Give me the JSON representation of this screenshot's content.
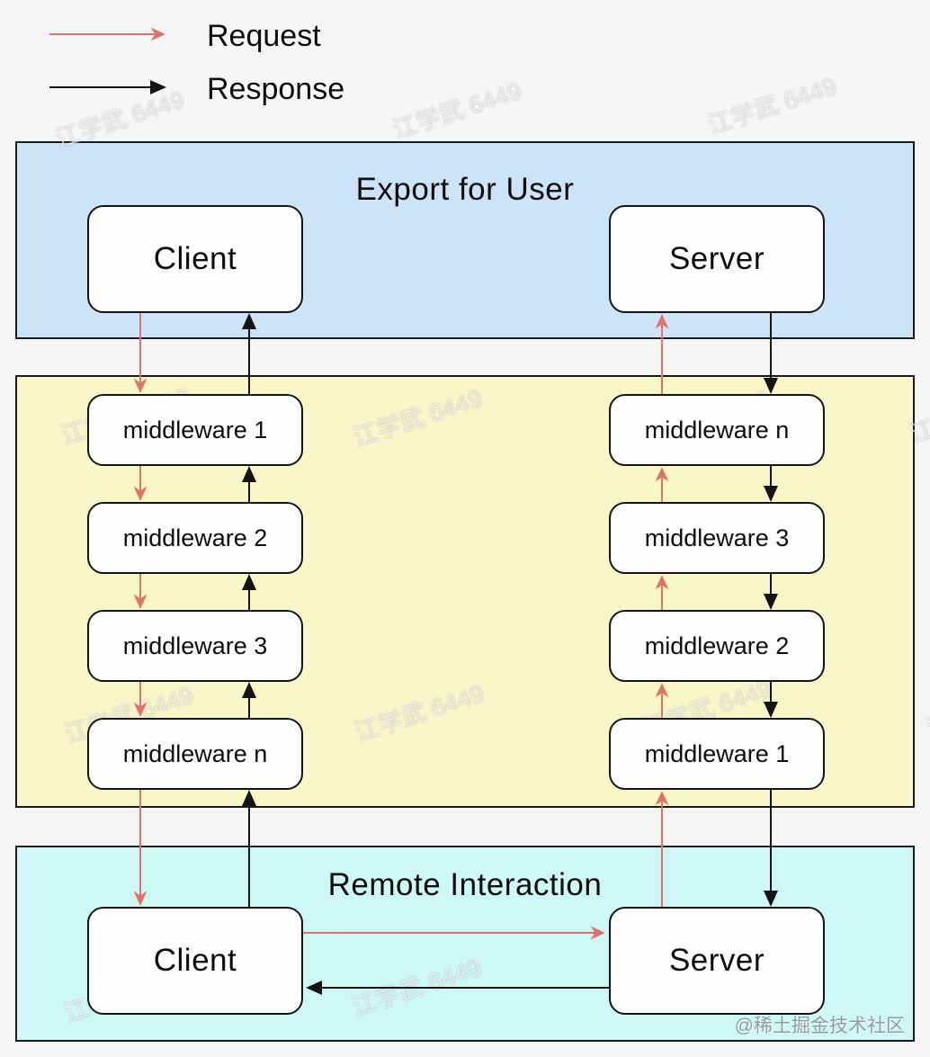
{
  "legend": {
    "request_label": "Request",
    "response_label": "Response"
  },
  "colors": {
    "request_arrow": "#e0726c",
    "response_arrow": "#141414",
    "export_section_bg": "#cce3f8",
    "middleware_section_bg": "#f9f6ca",
    "remote_section_bg": "#cdf8f6",
    "node_bg": "#fdfdfd"
  },
  "sections": {
    "export_for_user": {
      "title": "Export for User",
      "client": "Client",
      "server": "Server"
    },
    "middleware_layer": {
      "left_column": [
        "middleware 1",
        "middleware 2",
        "middleware 3",
        "middleware n"
      ],
      "right_column": [
        "middleware n",
        "middleware 3",
        "middleware 2",
        "middleware 1"
      ]
    },
    "remote_interaction": {
      "title": "Remote Interaction",
      "client": "Client",
      "server": "Server"
    }
  },
  "watermark": {
    "tile_text": "江学武 6449",
    "credit_text": "@稀土掘金技术社区"
  }
}
